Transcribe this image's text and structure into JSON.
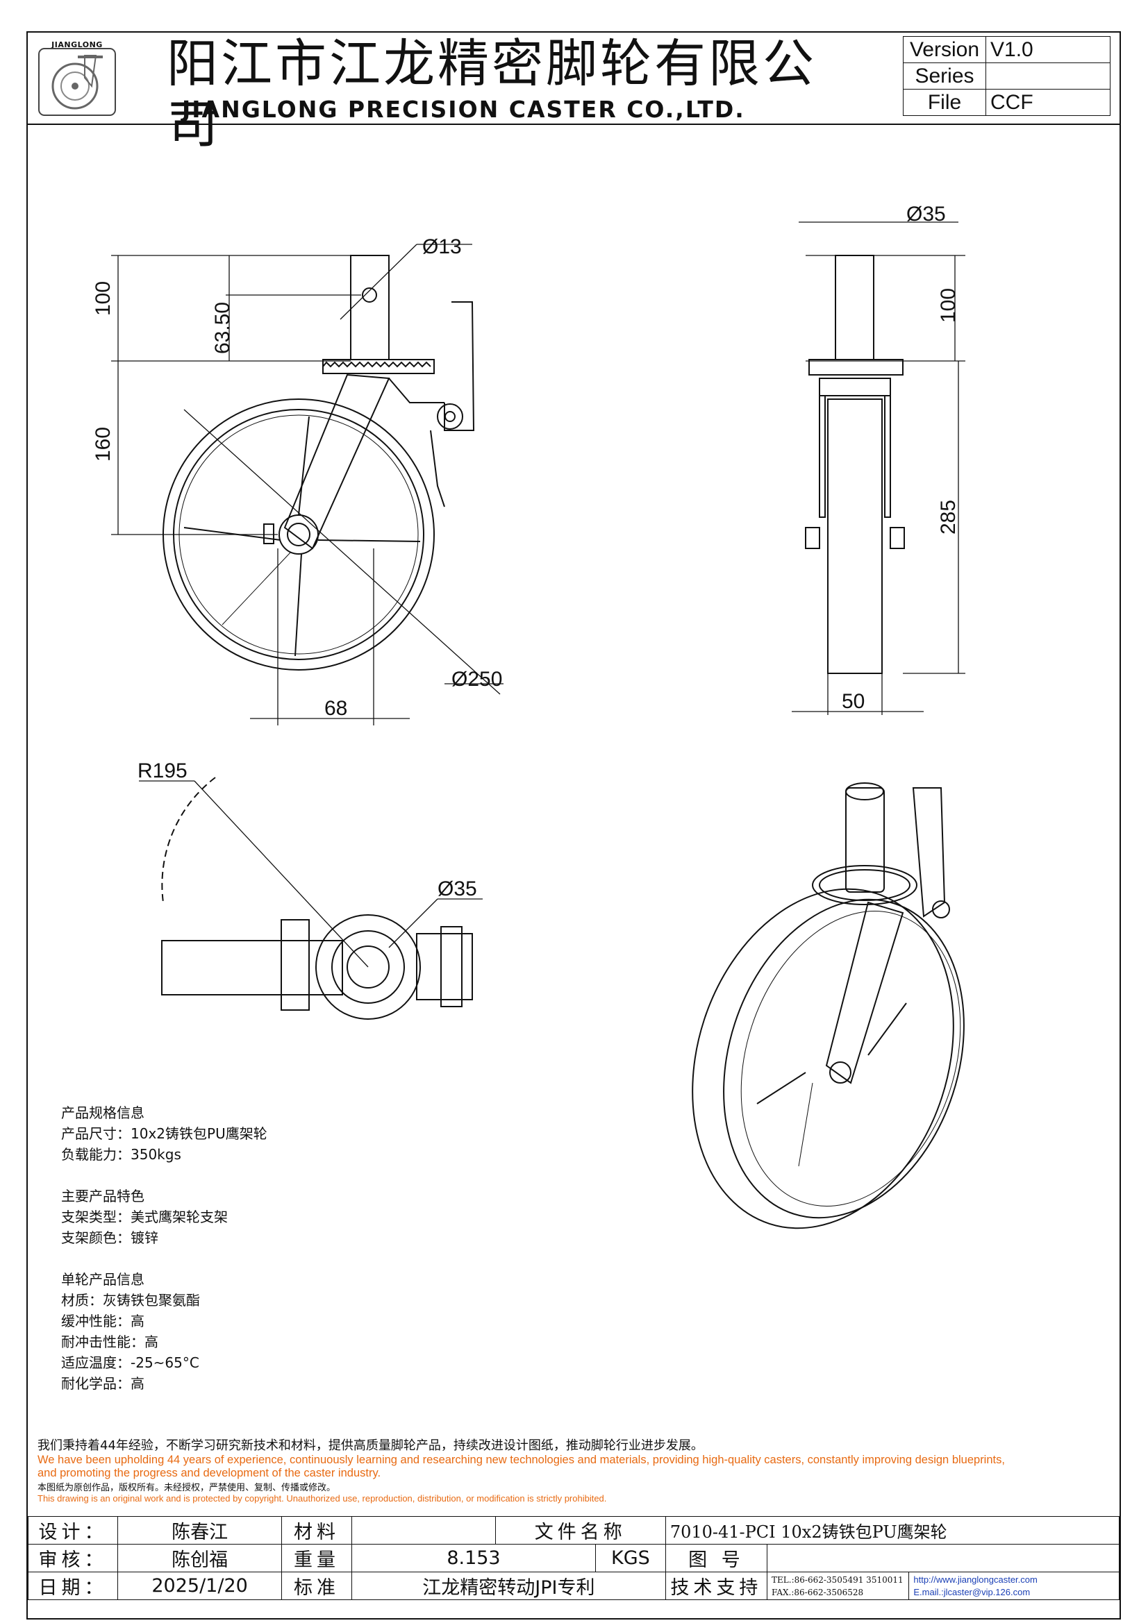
{
  "header": {
    "logo_text": "JIANGLONG",
    "title_cn": "阳江市江龙精密脚轮有限公司",
    "title_en": "JIANGLONG PRECISION CASTER CO.,LTD.",
    "version_table": [
      {
        "key": "Version",
        "value": "V1.0"
      },
      {
        "key": "Series",
        "value": ""
      },
      {
        "key": "File",
        "value": "CCF"
      }
    ]
  },
  "dimensions": {
    "side_view": {
      "d_hole": "Ø13",
      "h_stem": "100",
      "h_hole": "63.50",
      "h_axle": "160",
      "d_wheel": "Ø250",
      "offset": "68"
    },
    "front_view": {
      "d_stem": "Ø35",
      "h_stem": "100",
      "h_total": "285",
      "width": "50"
    },
    "top_view": {
      "radius": "R195",
      "d_stem": "Ø35"
    }
  },
  "specs": {
    "product_title": "产品规格信息",
    "product_size": "产品尺寸：10x2铸铁包PU鹰架轮",
    "load": "负载能力：350kgs",
    "features_title": "主要产品特色",
    "bracket_type": "支架类型：美式鹰架轮支架",
    "bracket_color": "支架颜色：镀锌",
    "wheel_title": "单轮产品信息",
    "material": "材质：灰铸铁包聚氨酯",
    "cushion": "缓冲性能：高",
    "impact": "耐冲击性能：高",
    "temperature": "适应温度：-25~65°C",
    "chemical": "耐化学品：高"
  },
  "notice": {
    "line_cn": "我们秉持着44年经验，不断学习研究新技术和材料，提供高质量脚轮产品，持续改进设计图纸，推动脚轮行业进步发展。",
    "line_en_1": "We have been upholding 44 years of experience, continuously learning and researching new technologies and materials, providing high-quality casters, constantly improving design blueprints,",
    "line_en_2": "and promoting the progress and development of the caster industry.",
    "copyright_cn": "本图纸为原创作品，版权所有。未经授权，严禁使用、复制、传播或修改。",
    "copyright_en": "This drawing is an original work and is protected by copyright. Unauthorized use, reproduction, distribution, or modification is strictly prohibited."
  },
  "title_block": {
    "design_label": "设计：",
    "designer": "陈春江",
    "material_label": "材料",
    "material_value": "",
    "filename_label": "文件名称",
    "filename_value": "7010-41-PCI 10x2铸铁包PU鹰架轮",
    "review_label": "审核：",
    "reviewer": "陈创福",
    "weight_label": "重量",
    "weight_value": "8.153",
    "weight_unit": "KGS",
    "drawing_no_label": "图 号",
    "drawing_no_value": "",
    "date_label": "日期：",
    "date_value": "2025/1/20",
    "standard_label": "标准",
    "standard_value": "江龙精密转动JPI专利",
    "support_label": "技术支持",
    "tel": "TEL.:86-662-3505491 3510011",
    "fax": "FAX.:86-662-3506528",
    "website": "http://www.jianglongcaster.com",
    "email": "E.mail.:jlcaster@vip.126.com"
  }
}
